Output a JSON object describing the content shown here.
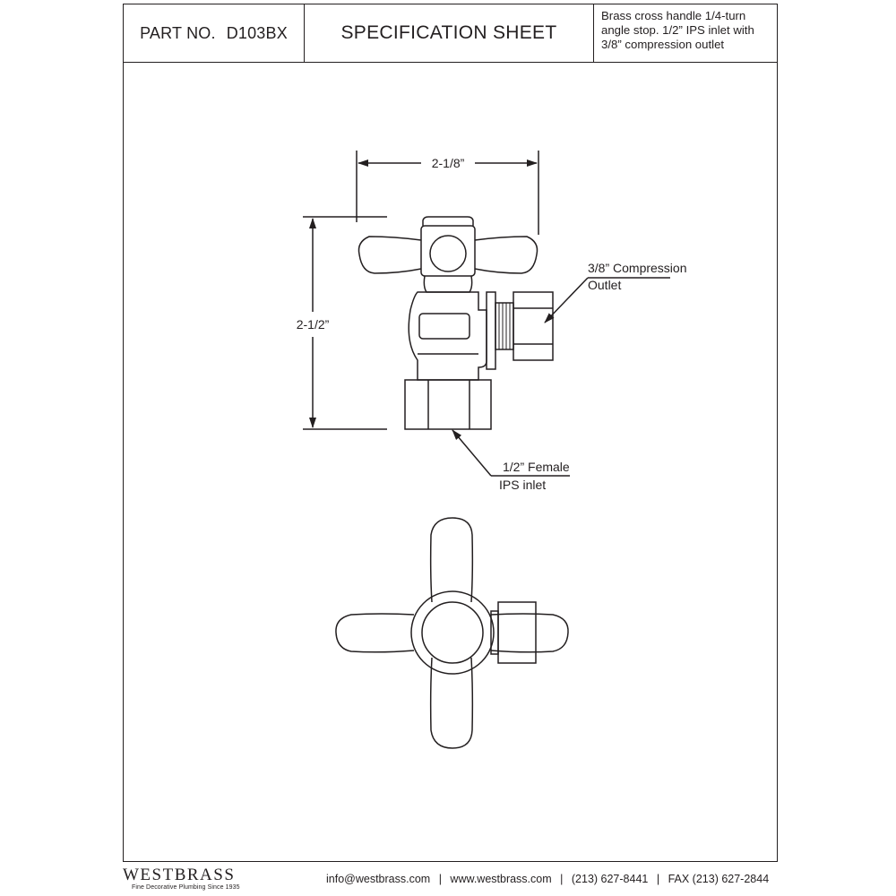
{
  "header": {
    "part_no_label": "PART NO.",
    "part_no": "D103BX",
    "title": "SPECIFICATION SHEET",
    "description_lines": [
      "Brass cross handle 1/4-turn",
      "angle stop. 1/2” IPS inlet with",
      "3/8” compression outlet"
    ]
  },
  "drawing": {
    "width_label": "2-1/8”",
    "height_label": "2-1/2”",
    "outlet_label_line1": "3/8” Compression",
    "outlet_label_line2": "Outlet",
    "inlet_label_line1": "1/2” Female",
    "inlet_label_line2": "IPS inlet"
  },
  "footer": {
    "brand": "WESTBRASS",
    "tagline": "Fine Decorative Plumbing Since 1935",
    "email": "info@westbrass.com",
    "website": "www.westbrass.com",
    "phone": "(213) 627-8441",
    "fax": "FAX (213) 627-2844",
    "separator": "|"
  },
  "colors": {
    "ink": "#231f20",
    "paper": "#ffffff"
  }
}
